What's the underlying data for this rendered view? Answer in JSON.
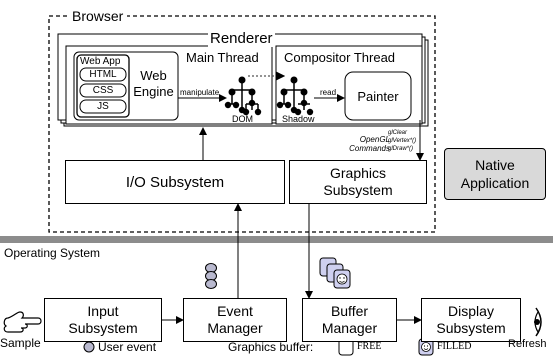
{
  "browser": {
    "title": "Browser"
  },
  "renderer": {
    "title": "Renderer",
    "main_thread": "Main Thread",
    "compositor_thread": "Compositor Thread",
    "web_app": {
      "title": "Web App",
      "items": [
        "HTML",
        "CSS",
        "JS"
      ]
    },
    "web_engine": "Web Engine",
    "manipulate": "manipulate",
    "dom": "DOM",
    "read": "read",
    "shadow": "Shadow",
    "painter": "Painter"
  },
  "opengl": {
    "label": "OpenGL Commands",
    "calls": [
      "glClear",
      "glVertex*()",
      "glDraw*()"
    ]
  },
  "io_subsystem": "I/O Subsystem",
  "graphics_subsystem": "Graphics Subsystem",
  "native_application": "Native Application",
  "operating_system": "Operating System",
  "pipeline": {
    "input_subsystem": "Input Subsystem",
    "event_manager": "Event Manager",
    "buffer_manager": "Buffer Manager",
    "display_subsystem": "Display Subsystem",
    "sample": "Sample",
    "refresh": "Refresh"
  },
  "legend": {
    "user_event": "User event",
    "graphics_buffer": "Graphics buffer:",
    "free": "FREE",
    "filled": "FILLED"
  },
  "colors": {
    "os_bar": "#8c8c8c",
    "native_fill": "#d9d9d9",
    "event_fill": "#b9b9cf",
    "buffer_fill": "#cfd0f0",
    "dotted_arrow": "#555555"
  }
}
